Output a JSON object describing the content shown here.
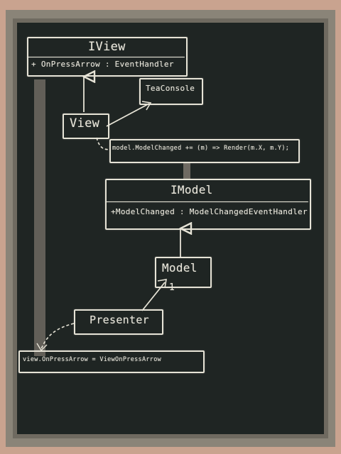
{
  "colors": {
    "wall": "#c9a38f",
    "frame": "#8a8478",
    "board": "#1f2523",
    "chalk": "#e9e6da"
  },
  "diagram": {
    "iview": {
      "name": "IView",
      "member": "+ OnPressArrow : EventHandler"
    },
    "teaconsole": {
      "name": "TeaConsole"
    },
    "view": {
      "name": "View"
    },
    "note_render": {
      "text": "model.ModelChanged += (m) => Render(m.X, m.Y);"
    },
    "imodel": {
      "name": "IModel",
      "member": "+ModelChanged : ModelChangedEventHandler"
    },
    "model": {
      "name": "Model"
    },
    "multiplicity": "1",
    "presenter": {
      "name": "Presenter"
    },
    "note_press": {
      "text": "view.OnPressArrow = ViewOnPressArrow"
    }
  }
}
